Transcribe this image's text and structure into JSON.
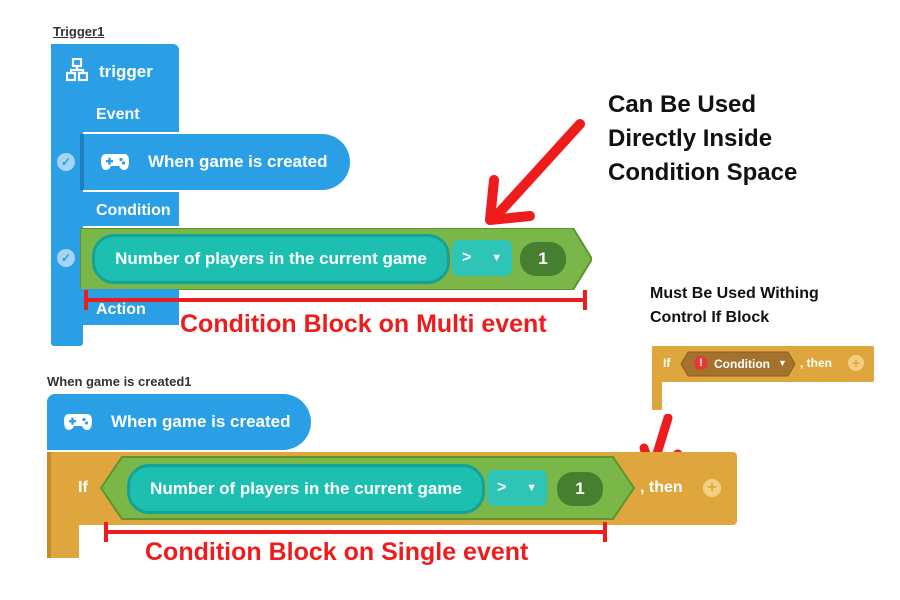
{
  "trigger_block": {
    "title": "Trigger1",
    "header_label": "trigger",
    "event_label": "Event",
    "event_block_label": "When game is created",
    "condition_label": "Condition",
    "condition": {
      "text": "Number of players in the current game",
      "operator": ">",
      "value": "1"
    },
    "action_label": "Action"
  },
  "single_event_block": {
    "title": "When game is created1",
    "event_block_label": "When game is created",
    "if_label": "If",
    "then_label": ", then",
    "condition": {
      "text": "Number of players in the current game",
      "operator": ">",
      "value": "1"
    }
  },
  "mini_if_block": {
    "if_label": "If",
    "condition_label": "Condition",
    "then_label": ", then"
  },
  "annotations": {
    "can_be_used_line1": "Can Be Used",
    "can_be_used_line2": "Directly Inside",
    "can_be_used_line3": "Condition Space",
    "must_be_used_line1": "Must Be Used Withing",
    "must_be_used_line2": "Control If Block",
    "multi_event_caption": "Condition Block on Multi event",
    "single_event_caption": "Condition Block on Single event"
  },
  "colors": {
    "trigger_blue": "#2b9fe6",
    "condition_green": "#7ab648",
    "teal": "#1dbfb1",
    "control_orange": "#e0a63e",
    "annotation_red": "#ee1c1c"
  }
}
